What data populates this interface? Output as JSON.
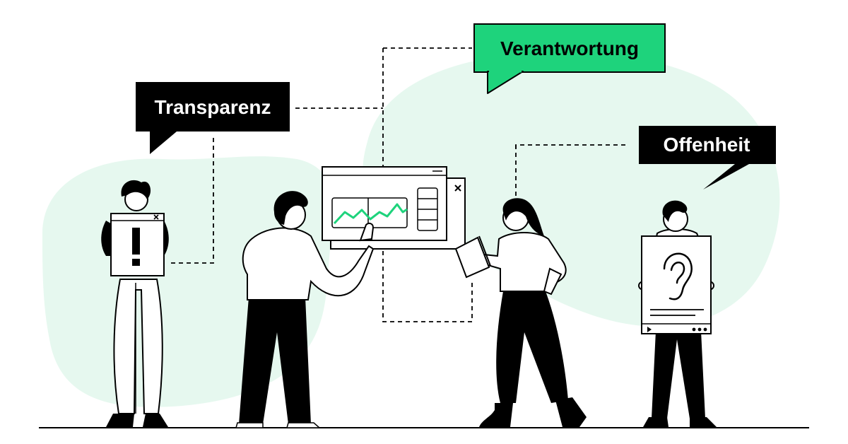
{
  "labels": {
    "transparency": "Transparenz",
    "responsibility": "Verantwortung",
    "openness": "Offenheit"
  },
  "colors": {
    "blob": "#e6f8ef",
    "accent": "#1ed37c",
    "ink": "#000000",
    "paper": "#ffffff"
  },
  "icons": {
    "exclamation": "exclamation-icon",
    "ear": "ear-icon",
    "close": "close-icon",
    "chart": "line-chart-icon"
  }
}
